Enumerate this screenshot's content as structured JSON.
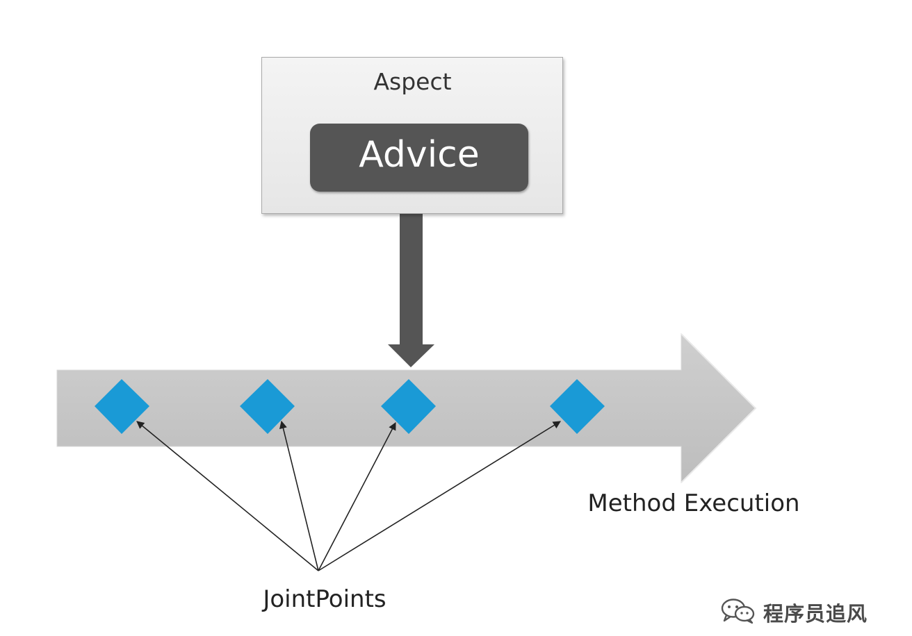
{
  "aspect": {
    "label": "Aspect"
  },
  "advice": {
    "label": "Advice"
  },
  "timeline": {
    "label": "Method Execution"
  },
  "joinpoints": {
    "label": "JointPoints",
    "count": 4
  },
  "watermark": {
    "icon": "wechat-icon",
    "text": "程序员追风"
  },
  "colors": {
    "diamond": "#1a9ad6",
    "band": "#c9c9c9",
    "advice_arrow": "#555555",
    "advice_box": "#555555"
  }
}
